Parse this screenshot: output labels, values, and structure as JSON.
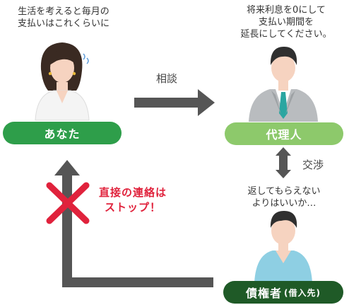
{
  "you": {
    "caption_line1": "生活を考えると毎月の",
    "caption_line2": "支払いはこれくらいに",
    "label": "あなた"
  },
  "agent": {
    "caption_line1": "将来利息を0にして",
    "caption_line2": "支払い期間を",
    "caption_line3": "延長にしてください。",
    "label": "代理人"
  },
  "creditor": {
    "caption_line1": "返してもらえない",
    "caption_line2": "よりはいいか…",
    "label": "債権者",
    "label_sub": "(借入先)"
  },
  "arrows": {
    "consult_label": "相談",
    "negotiate_label": "交渉"
  },
  "stop": {
    "line1": "直接の連絡は",
    "line2": "ストップ！"
  },
  "colors": {
    "you_pill": "#2e9e4a",
    "agent_pill": "#8dc96b",
    "creditor_pill": "#1f5a27",
    "arrow": "#555555",
    "cross": "#e0223c"
  }
}
